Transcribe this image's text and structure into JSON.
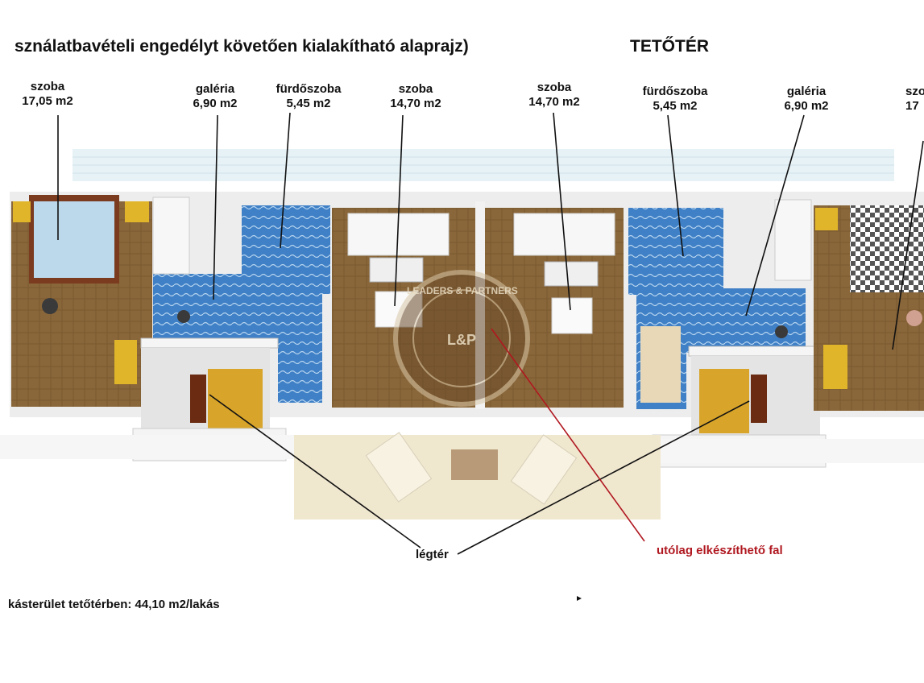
{
  "header": {
    "title_left": "sználatbavételi engedélyt követően kialakítható alaprajz)",
    "title_right": "TETŐTÉR"
  },
  "rooms": [
    {
      "name": "szoba",
      "area": "17,05 m2"
    },
    {
      "name": "galéria",
      "area": "6,90 m2"
    },
    {
      "name": "fürdőszoba",
      "area": "5,45 m2"
    },
    {
      "name": "szoba",
      "area": "14,70 m2"
    },
    {
      "name": "szoba",
      "area": "14,70 m2"
    },
    {
      "name": "fürdőszoba",
      "area": "5,45 m2"
    },
    {
      "name": "galéria",
      "area": "6,90 m2"
    },
    {
      "name": "szo",
      "area": "17"
    }
  ],
  "annotations": {
    "airspace": "légtér",
    "later_wall": "utólag elkészíthető fal"
  },
  "footer": {
    "area_note": "kásterület tetőtérben: 44,10 m2/lakás"
  },
  "watermark": {
    "text": "LEADERS & PARTNERS",
    "monogram": "L&P"
  },
  "colors": {
    "floor_wood": "#8c6a3c",
    "bath_tile": "#3d7fc4",
    "wall": "#f2f2f2",
    "terrace": "#efe6d0",
    "pool_glass": "#cfe6ec",
    "accent_red": "#b01820"
  }
}
